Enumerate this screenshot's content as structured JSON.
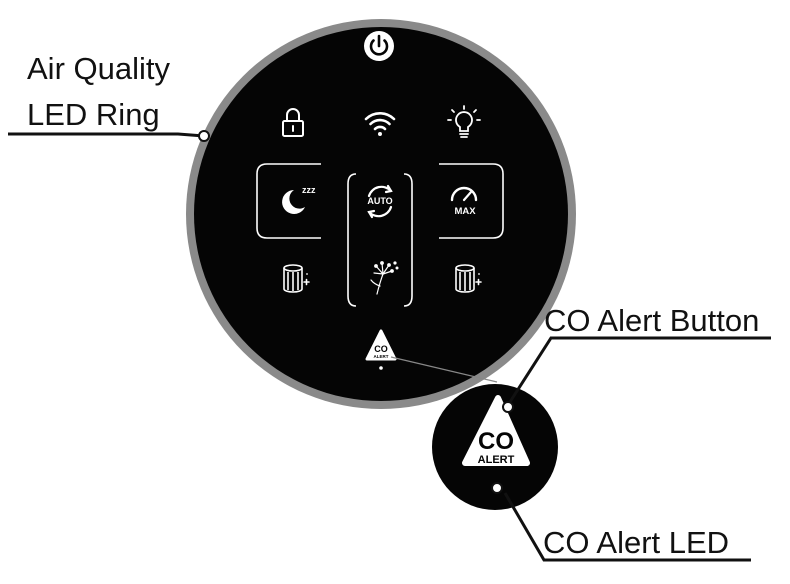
{
  "callouts": {
    "air_quality_line1": "Air Quality",
    "air_quality_line2": "LED Ring",
    "co_alert_button": "CO Alert Button",
    "co_alert_led": "CO Alert LED"
  },
  "panel": {
    "auto_label": "AUTO",
    "max_label": "MAX",
    "sleep_glyph": "zzz",
    "co_line1": "CO",
    "co_line2": "ALERT"
  },
  "icons": {
    "power": "power-icon",
    "lock": "lock-icon",
    "wifi": "wifi-icon",
    "light": "light-bulb-icon",
    "sleep": "sleep-moon-icon",
    "auto": "auto-cycle-icon",
    "max": "max-speedometer-icon",
    "filter_left": "filter-icon",
    "dandelion": "dandelion-icon",
    "filter_right": "filter-reset-icon",
    "co_alert": "co-alert-triangle-icon"
  },
  "colors": {
    "panel": "#050505",
    "ring": "#8a8a8a",
    "icon": "#ffffff",
    "text": "#111111"
  }
}
